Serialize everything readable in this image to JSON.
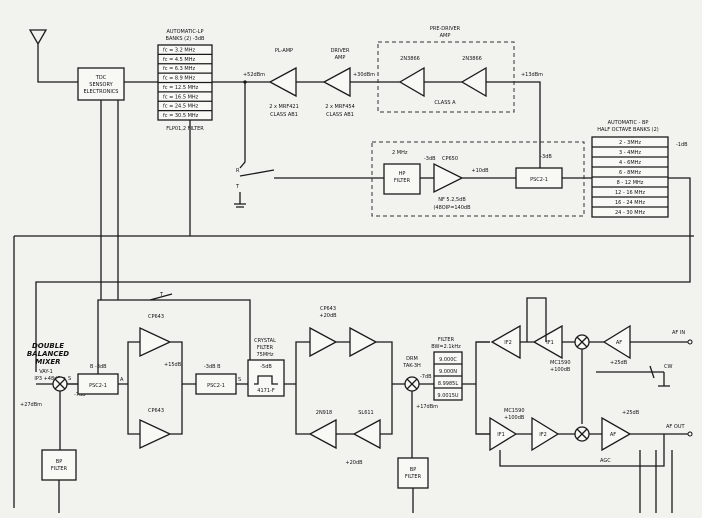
{
  "top": {
    "lp_bank": {
      "title": [
        "AUTOMATIC-LP",
        "BANKS (2) -3dB"
      ],
      "rows": [
        "fc = 3.2 MHz",
        "fc = 4.5 MHz",
        "fc = 6.3 MHz",
        "fc = 8.9 MHz",
        "fc = 12.5 MHz",
        "fc = 16.5 MHz",
        "fc = 24.5 MHz",
        "fc = 30.5 MHz"
      ],
      "foot": "FLP01,2   FILTER"
    },
    "tdc": [
      "TDC",
      "SENSORY",
      "ELECTRONICS"
    ],
    "pl_amp": {
      "title": [
        "PL-AMP"
      ],
      "note": [
        "2 x MRF421",
        "CLASS AB1"
      ],
      "level_in": "+52dBm"
    },
    "driver_amp": {
      "title": [
        "DRIVER",
        "AMP"
      ],
      "note": [
        "2 x MRF454",
        "CLASS AB1"
      ],
      "level_in": "+30dBm"
    },
    "pre_driver": {
      "title": [
        "PRE-DRIVER",
        "AMP"
      ],
      "t1": "2N3866",
      "t2": "2N3866",
      "cls": "CLASS A",
      "level_in": "+13dBm"
    },
    "hp_section": {
      "freq": "2 MHz",
      "att": "-3dB",
      "filter": [
        "HP",
        "FILTER"
      ],
      "amp": "CP650",
      "gain": "+10dB",
      "nf": "NF 5.2,5dB",
      "ip": "(48OIP=140dB",
      "splitter": "PSC2-1",
      "sp_att": "-3dB"
    },
    "switch": {
      "r": "R",
      "t": "T"
    },
    "bp_bank": {
      "title": [
        "AUTOMATIC - BP",
        "HALF OCTAVE BANKS (2)"
      ],
      "att": "-1dB",
      "rows": [
        "2 - 3MHz",
        "3 - 4MHz",
        "4 - 6MHz",
        "6 - 8MHz",
        "8 - 12 MHz",
        "12 - 16 MHz",
        "16 - 24 MHz",
        "24 - 30 MHz"
      ]
    }
  },
  "bottom": {
    "mixer": {
      "title": [
        "DOUBLE",
        "BALANCED",
        "MIXER"
      ],
      "part": "VAY-1",
      "level": "IP3 +48dBm",
      "lo": "+27dBm",
      "s": "S",
      "att": "-7dB"
    },
    "psc_left": {
      "label": "PSC2-1",
      "top": "B -3dB",
      "a": "A"
    },
    "cp643_upper": {
      "label": "CP643",
      "gain": "+15dB"
    },
    "cp643_lower": {
      "label": "CP643"
    },
    "t_label": "T",
    "psc_right": {
      "label": "PSC2-1",
      "top": "-3dB  B",
      "s": "S"
    },
    "crystal": {
      "title": [
        "CRYSTAL",
        "FILTER",
        "75MHz"
      ],
      "att": "-5dB",
      "part": "4171-F"
    },
    "cp643_tr": {
      "label": "CP643",
      "gain": "+20dB"
    },
    "bot_pair": {
      "l": "2N918",
      "r": "SL611",
      "gain": "+20dB"
    },
    "drm": {
      "title": [
        "DRM",
        "TAK-3H"
      ],
      "att": "-7dB",
      "lo": "+17dBm"
    },
    "filter_bank": {
      "title": [
        "FILTER",
        "BW=2.1kHz"
      ],
      "rows": [
        "9.000C",
        "9.000N",
        "8.9985L",
        "9.0015U"
      ]
    },
    "if_upper": {
      "if2": "IF2",
      "if1": "IF1",
      "af": "AF",
      "part": "MC1590",
      "gain": "+100dB",
      "gain2": "+25dB",
      "af_in": "AF IN",
      "cw": "CW"
    },
    "if_lower": {
      "part": "MC1590",
      "gain": "+100dB",
      "if1": "IF1",
      "if2": "IF2",
      "af": "AF",
      "gain2": "+25dB",
      "af_out": "AF OUT",
      "agc": "AGC"
    },
    "bp_filter_left": [
      "BP",
      "FILTER"
    ],
    "bp_filter_mid": [
      "BP",
      "FILTER"
    ]
  }
}
